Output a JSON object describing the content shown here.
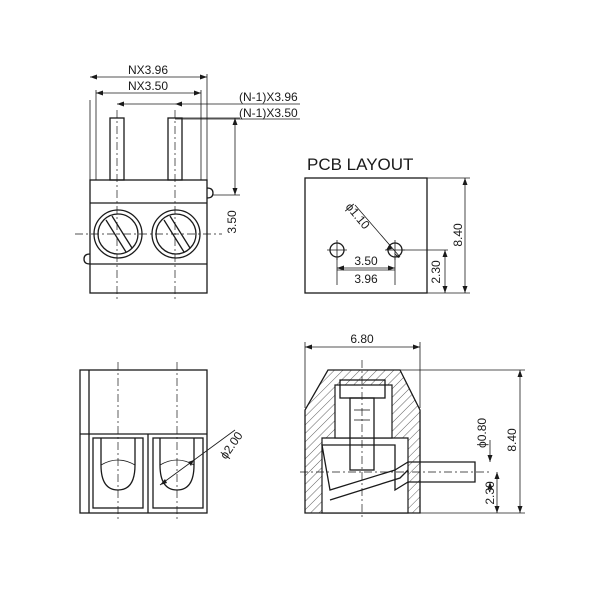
{
  "front_view": {
    "dim_overall_pitch": "NX3.96",
    "dim_overall_pitch_alt": "NX3.50",
    "dim_single_pitch": "(N-1)X3.96",
    "dim_single_pitch_alt": "(N-1)X3.50",
    "dim_pin_length": "3.50"
  },
  "pcb_layout": {
    "title": "PCB LAYOUT",
    "hole_diameter": "ϕ1.10",
    "pitch_alt": "3.50",
    "pitch": "3.96",
    "height": "8.40",
    "hole_offset": "2.30"
  },
  "bottom_view": {
    "wire_diameter": "ϕ2.00"
  },
  "side_view": {
    "width": "6.80",
    "pin_diameter": "ϕ0.80",
    "height": "8.40",
    "pin_offset": "2.30"
  }
}
